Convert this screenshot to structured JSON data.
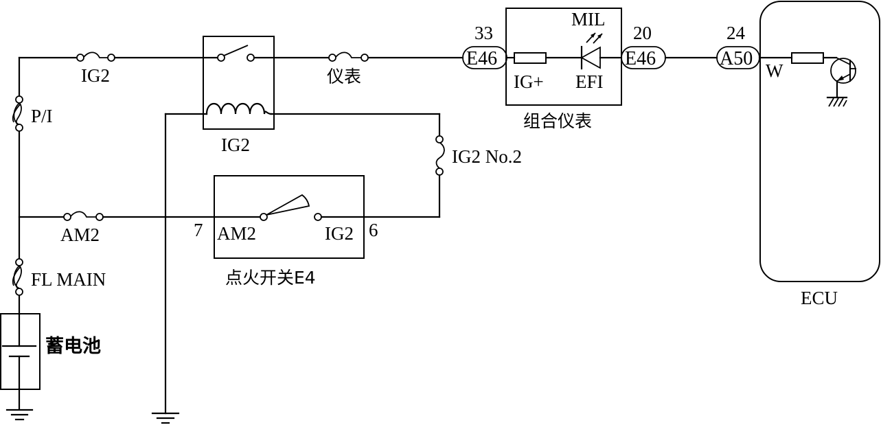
{
  "diagram": {
    "type": "automotive-wiring-schematic",
    "fuses": {
      "ig2": "IG2",
      "pi": "P/I",
      "meter": "仪表",
      "am2": "AM2",
      "fl_main": "FL MAIN",
      "ig2_no2": "IG2 No.2"
    },
    "relay": {
      "label": "IG2"
    },
    "ignition_switch": {
      "title": "点火开关E4",
      "left_terminal": "AM2",
      "right_terminal": "IG2",
      "left_pin": "7",
      "right_pin": "6"
    },
    "battery": {
      "label": "蓄电池"
    },
    "combination_meter": {
      "title": "组合仪表",
      "resistor_label": "IG+",
      "led_label": "MIL",
      "led_sub_label": "EFI",
      "left_connector": {
        "id": "E46",
        "pin": "33"
      },
      "right_connector": {
        "id": "E46",
        "pin": "20"
      }
    },
    "ecu": {
      "label": "ECU",
      "connector": {
        "id": "A50",
        "pin": "24"
      },
      "wire_color": "W"
    }
  }
}
